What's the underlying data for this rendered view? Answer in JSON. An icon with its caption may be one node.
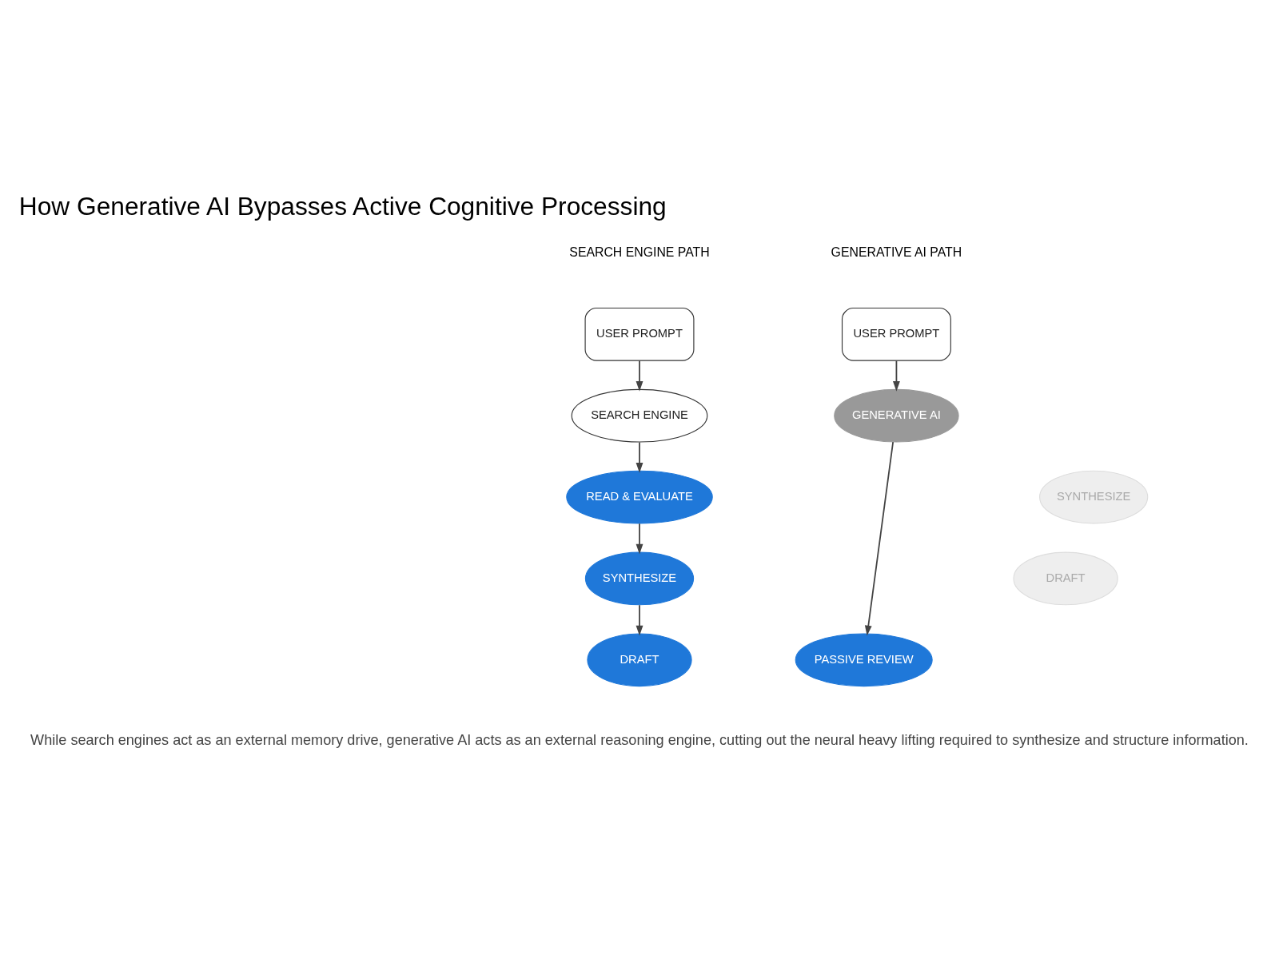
{
  "diagram": {
    "title": "How Generative AI Bypasses Active Cognitive Processing",
    "caption": "While search engines act as an external memory drive, generative AI acts as an external reasoning engine, cutting out the neural heavy lifting required to synthesize and structure information.",
    "nodes": [
      {
        "text": [
          "USER PROMPT"
        ]
      },
      {
        "text": [
          "SEARCH ENGINE"
        ]
      },
      {
        "text": [
          "READ & EVALUATE"
        ]
      },
      {
        "text": [
          "SYNTHESIZE"
        ]
      },
      {
        "text": [
          "DRAFT"
        ]
      },
      {
        "text": [
          "USER PROMPT"
        ]
      },
      {
        "text": [
          "GENERATIVE AI"
        ]
      },
      {
        "text": [
          "SYNTHESIZE"
        ]
      },
      {
        "text": [
          "DRAFT"
        ]
      },
      {
        "text": [
          "PASSIVE REVIEW"
        ]
      }
    ],
    "edges": [
      {
        "from": 0,
        "to": 1,
        "arrow": "to"
      },
      {
        "from": 1,
        "to": 2,
        "arrow": "to"
      },
      {
        "from": 2,
        "to": 3,
        "arrow": "to"
      },
      {
        "from": 3,
        "to": 4,
        "arrow": "to"
      },
      {
        "from": 5,
        "to": 6,
        "arrow": "to"
      },
      {
        "from": 6,
        "to": 9,
        "arrow": "to"
      }
    ],
    "labels": [
      "SEARCH ENGINE PATH",
      "GENERATIVE AI PATH"
    ]
  }
}
